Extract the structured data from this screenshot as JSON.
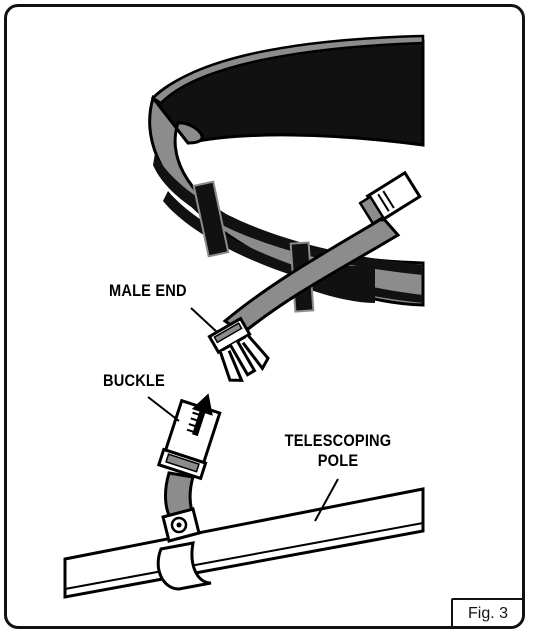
{
  "labels": {
    "male_end": "MALE END",
    "buckle": "BUCKLE",
    "telescoping_pole_line1": "TELESCOPING",
    "telescoping_pole_line2": "POLE"
  },
  "figure_label": "Fig. 3",
  "colors": {
    "strap_gray": "#8c8c8c",
    "strap_dark": "#1a1a1a",
    "outline": "#000000",
    "background": "#ffffff"
  }
}
